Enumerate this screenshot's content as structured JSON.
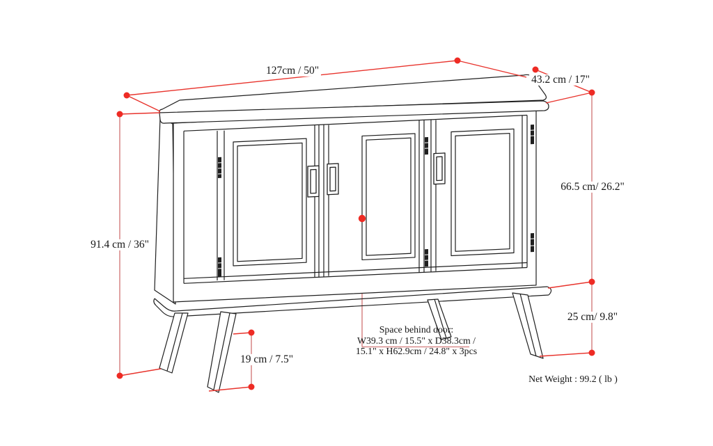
{
  "diagram": {
    "kind": "furniture-dimension-diagram",
    "dimension_labels": {
      "top_width": "127cm / 50\"",
      "top_depth": "43.2 cm / 17\"",
      "overall_height": "91.4 cm / 36\"",
      "cabinet_body_height": "66.5 cm/ 26.2\"",
      "base_to_floor": "25 cm/ 9.8\"",
      "leg_height": "19 cm / 7.5\""
    },
    "interior_note": {
      "line1": "Space behind door:",
      "line2": "W39.3 cm / 15.5\" x D38.3cm /",
      "line3": "15.1\" x H62.9cm / 24.8\" x 3pcs"
    },
    "net_weight": "Net Weight : 99.2 ( lb )",
    "colors": {
      "dimension_line": "#e8332c",
      "extension_line": "#d98c8c",
      "marker_dot": "#ee2b24",
      "artwork_ink": "#1f1f1f",
      "background": "#ffffff"
    }
  }
}
